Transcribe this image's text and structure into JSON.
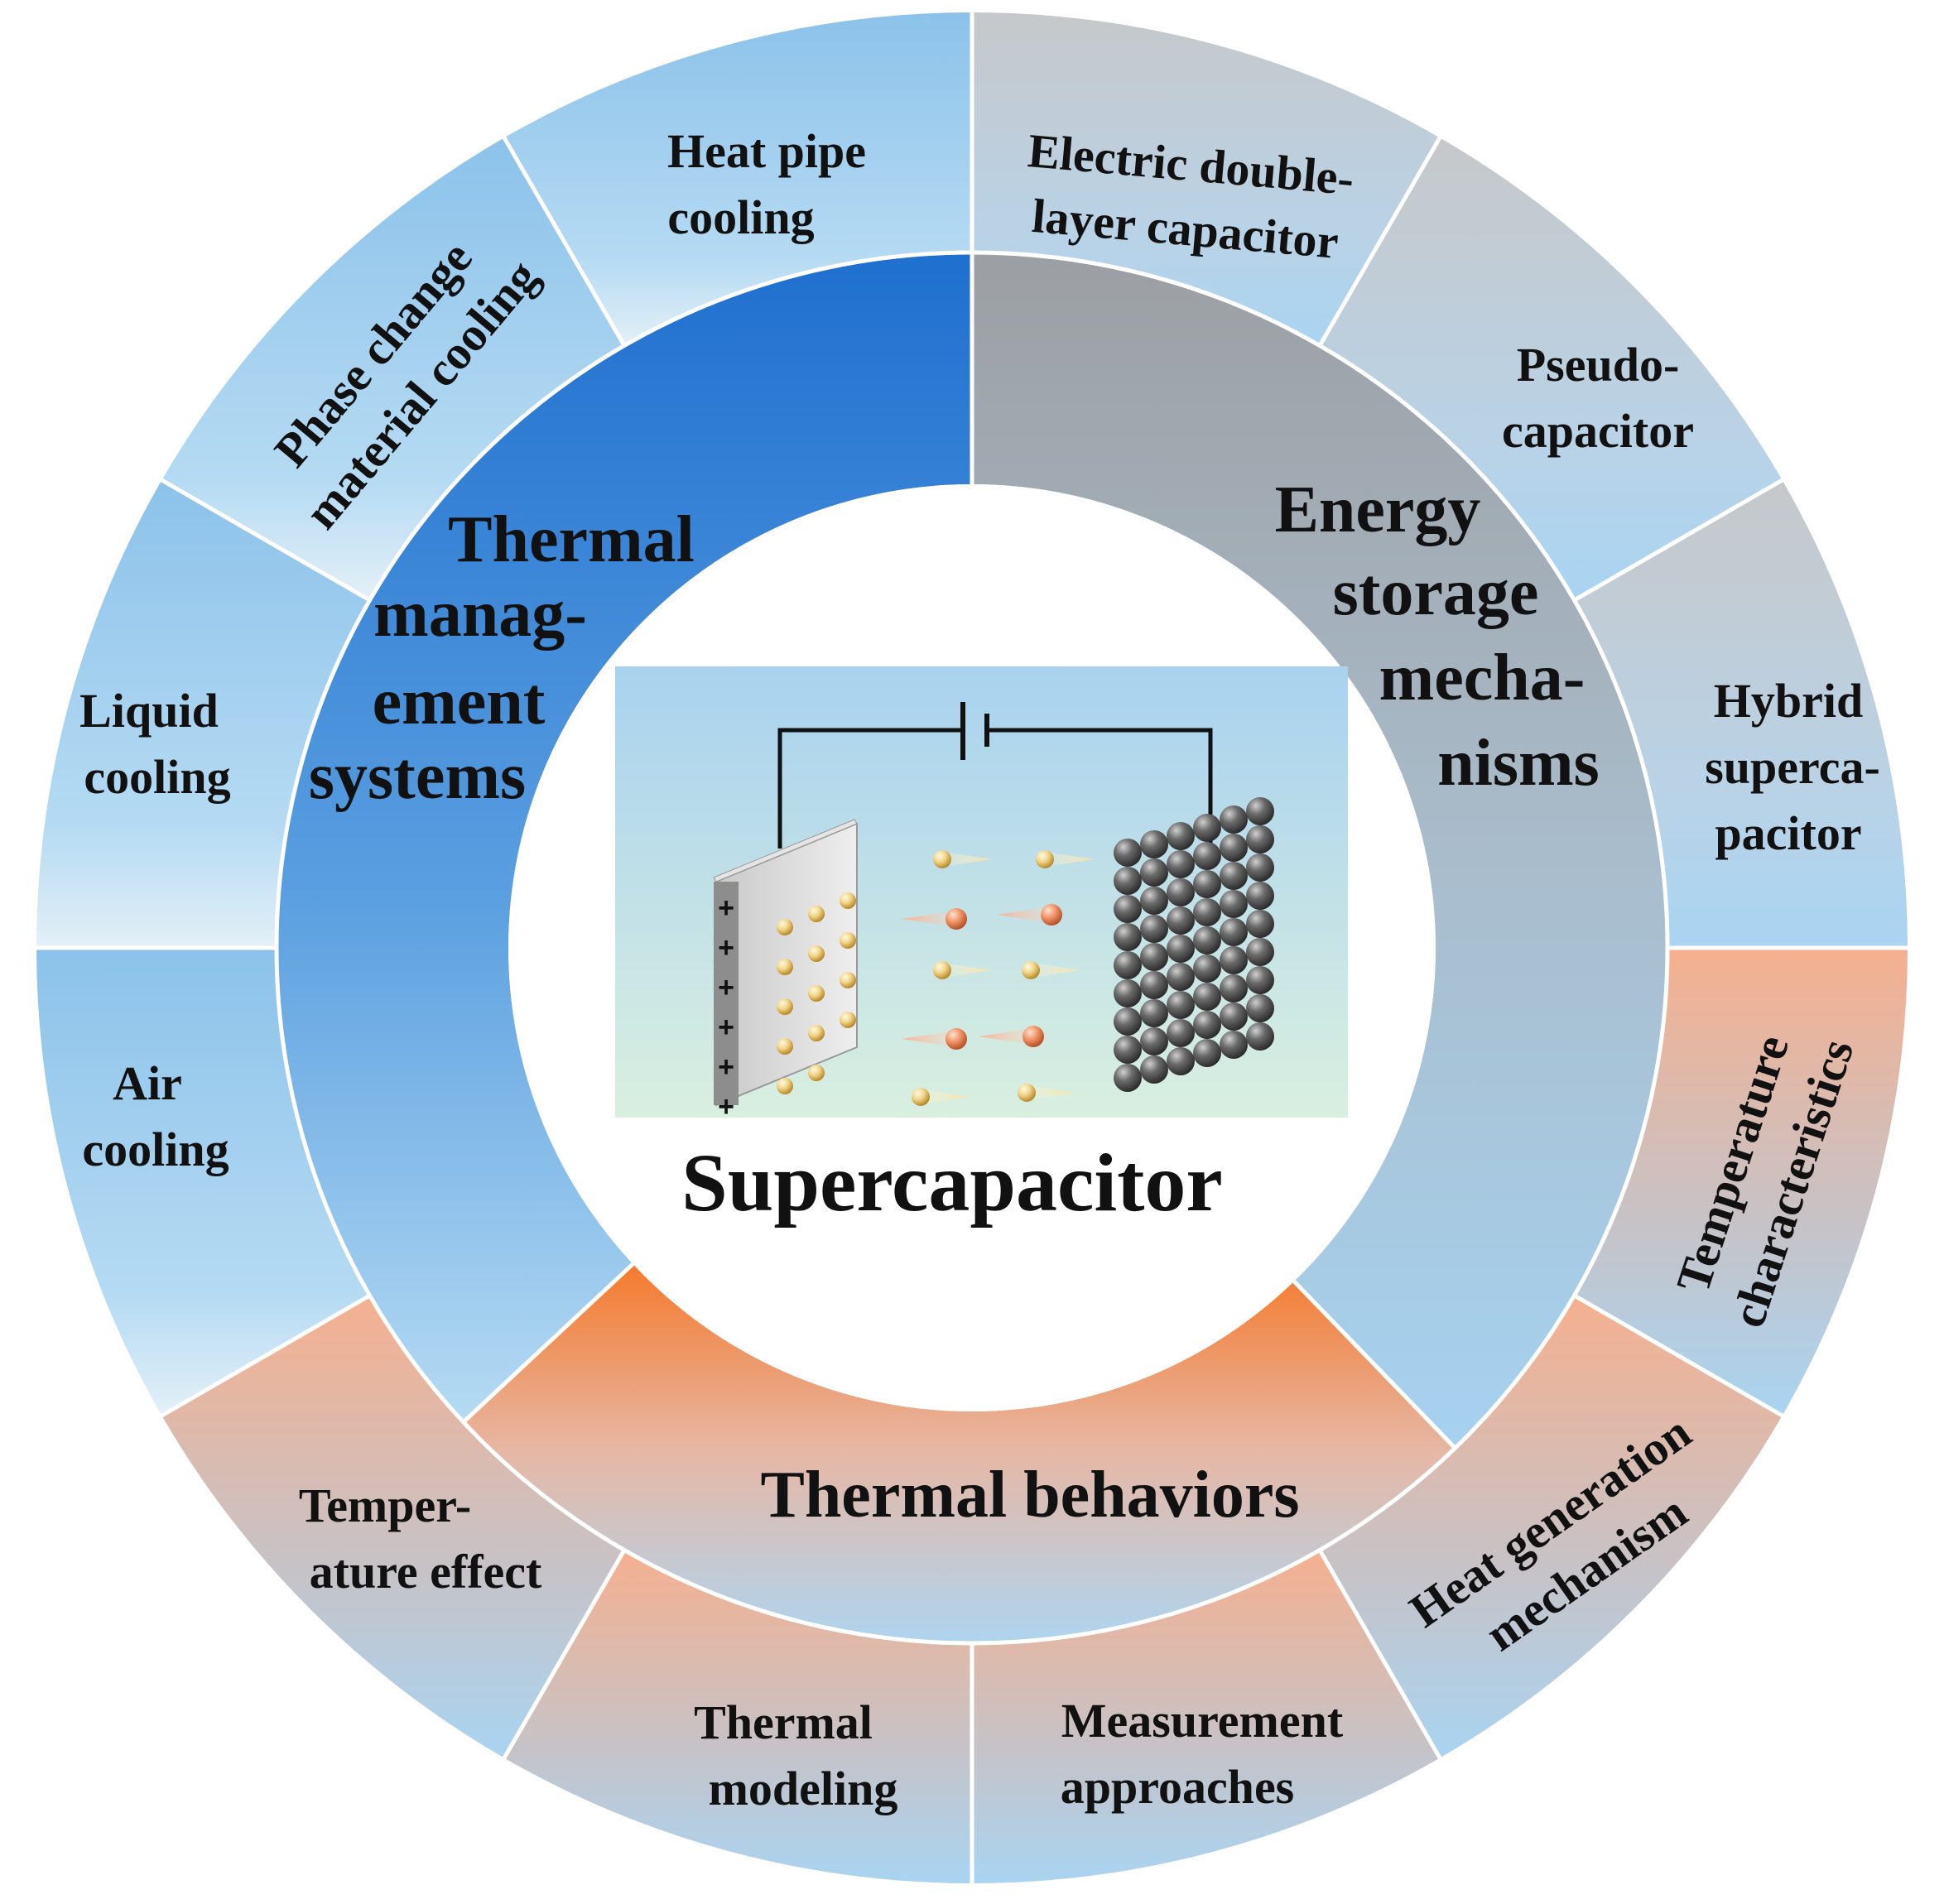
{
  "center": {
    "title": "Supercapacitor",
    "illustration": {
      "plus_marks": [
        "+",
        "+",
        "+",
        "+",
        "+",
        "+"
      ],
      "electrode_left": "flat-plate-electrode",
      "electrode_right": "porous-sphere-electrode",
      "power_source": "battery-symbol"
    }
  },
  "inner": {
    "thermal_management": [
      "Thermal",
      "manag-",
      "ement",
      "systems"
    ],
    "energy_storage": [
      "Energy",
      "storage",
      "mecha-",
      "nisms"
    ],
    "thermal_behaviors": [
      "Thermal behaviors"
    ]
  },
  "outer": {
    "heat_pipe": [
      "Heat pipe",
      "cooling"
    ],
    "phase_change": [
      "Phase change",
      "material cooling"
    ],
    "liquid": [
      "Liquid",
      "cooling"
    ],
    "air": [
      "Air",
      "cooling"
    ],
    "temperature_effect": [
      "Temper-",
      "ature  effect"
    ],
    "thermal_modeling": [
      "Thermal",
      "modeling"
    ],
    "measurement": [
      "Measurement",
      "approaches"
    ],
    "heat_generation": [
      "Heat generation",
      "mechanism"
    ],
    "temperature_characteristics": [
      "Temperature",
      "characteristics"
    ],
    "hybrid": [
      "Hybrid",
      "superca-",
      "pacitor"
    ],
    "pseudo": [
      "Pseudo-",
      "capacitor"
    ],
    "edlc": [
      "Electric  double-",
      "layer capacitor"
    ]
  },
  "colors": {
    "blue_dark": "#2a75cc",
    "blue_light": "#b4d8f2",
    "gray": "#a8acb0",
    "orange": "#f47a2e",
    "peach": "#f3b79a",
    "text": "#111111"
  }
}
